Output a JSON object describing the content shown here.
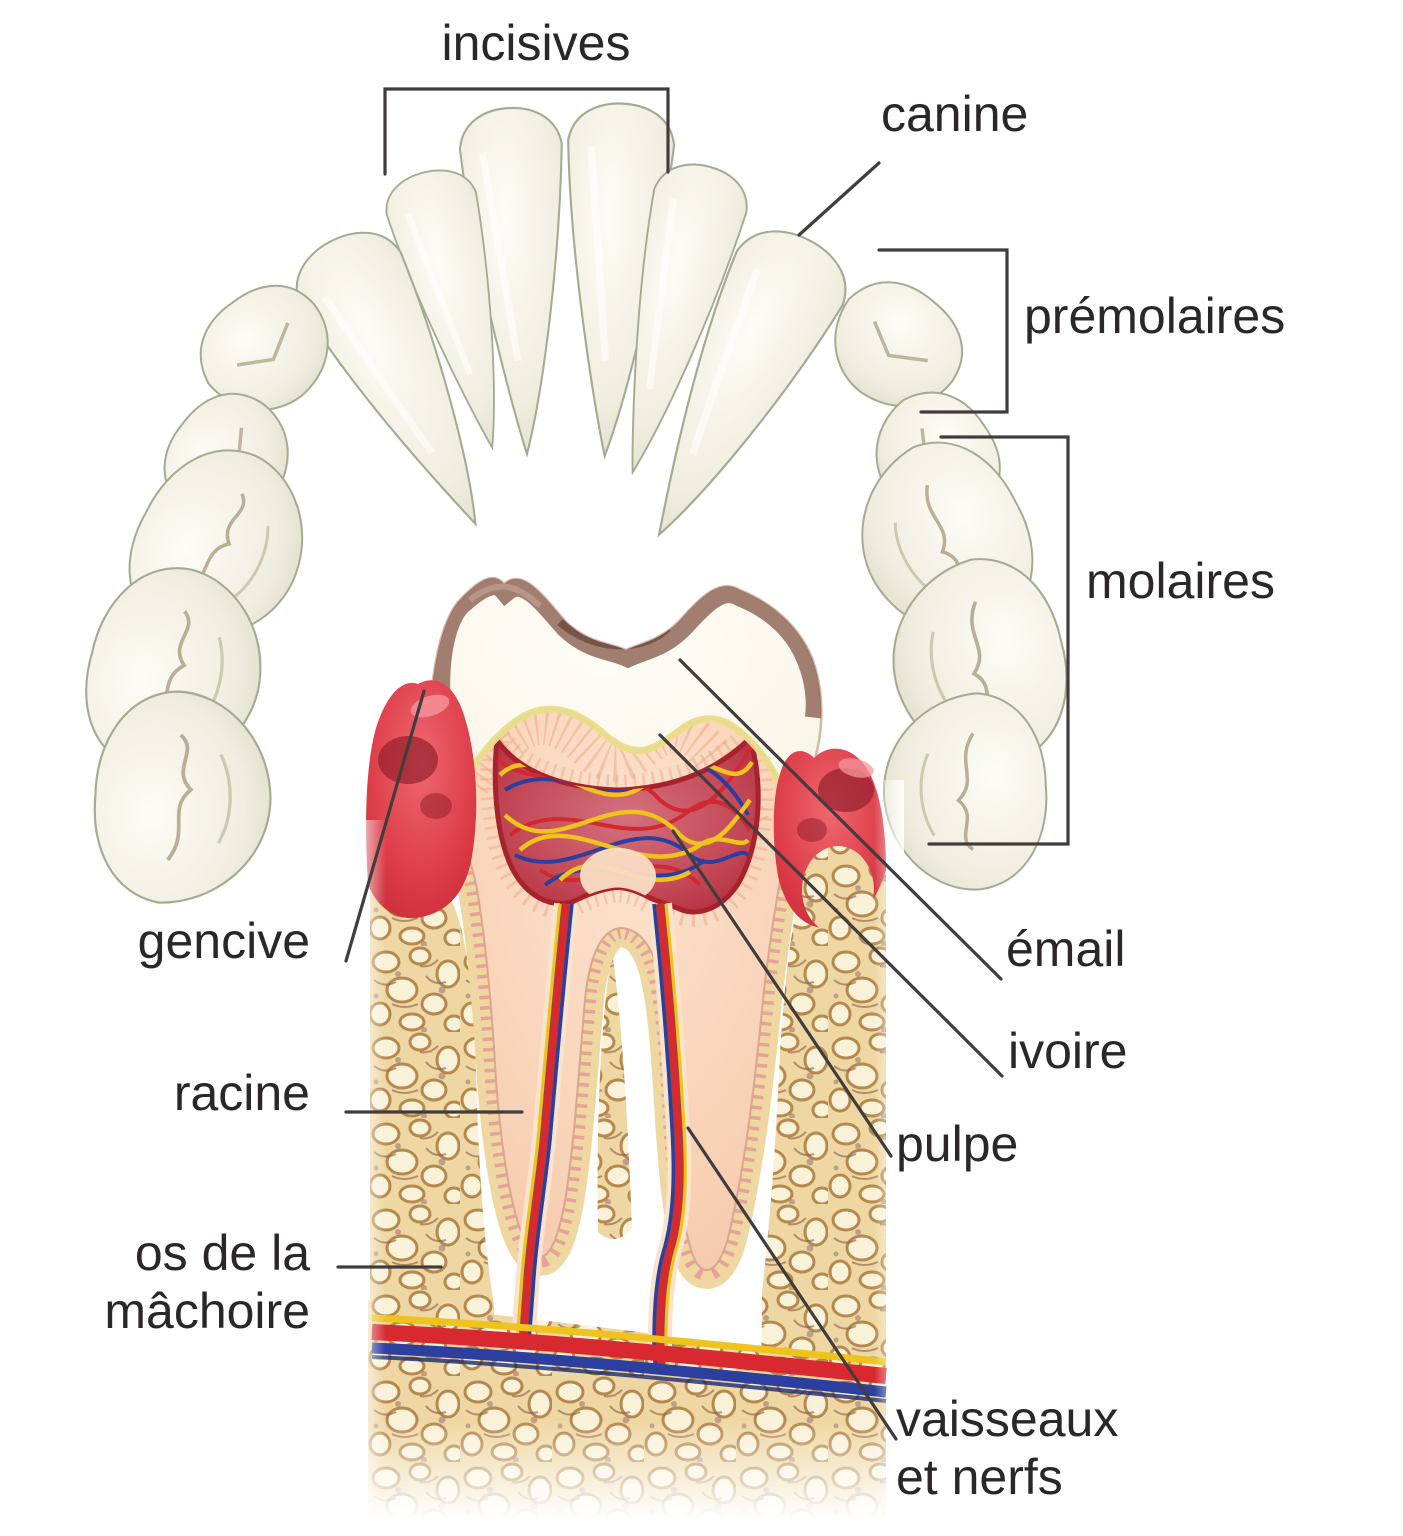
{
  "diagram": {
    "language": "fr",
    "labels": {
      "incisives": "incisives",
      "canine": "canine",
      "premolaires": "prémolaires",
      "molaires": "molaires",
      "gencive": "gencive",
      "racine": "racine",
      "os_machoire": [
        "os de la",
        "mâchoire"
      ],
      "email": "émail",
      "ivoire": "ivoire",
      "pulpe": "pulpe",
      "vaisseaux_nerfs": [
        "vaisseaux",
        "et nerfs"
      ]
    },
    "colors": {
      "background": "#ffffff",
      "label_text": "#2b2728",
      "leader_line": "#413d3e",
      "tooth_ivory": "#f0eee0",
      "enamel_white": "#f9f6e9",
      "occlusal_brown": "#9a7163",
      "enamel_dentin_junction_yellow": "#e9dd8a",
      "dentin_pink": "#f8d0b4",
      "pulp_red": "#b02c3c",
      "vessel_red": "#d7292f",
      "vessel_blue": "#2c3e9e",
      "nerve_yellow": "#eec31d",
      "gum_red": "#dd3d49",
      "bone_tan": "#eed7a2"
    }
  }
}
